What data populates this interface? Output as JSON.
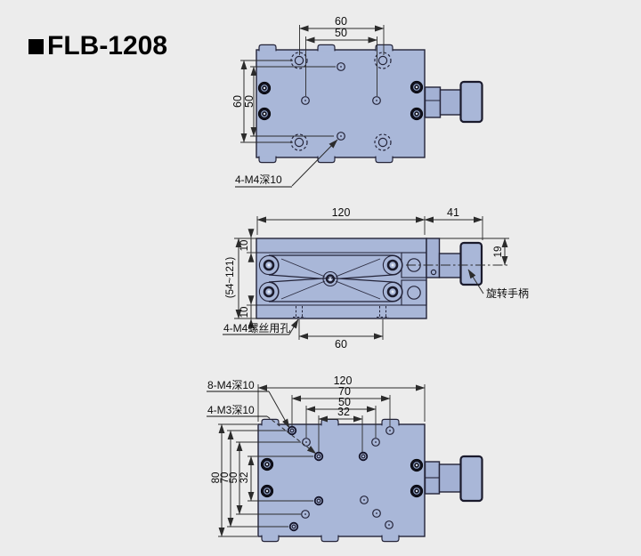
{
  "title": "FLB-1208",
  "colors": {
    "background": "#ececec",
    "body": "#a9b7d8",
    "outline": "#232338",
    "dim_line": "#2b2b2b"
  },
  "top_view": {
    "dim_top_outer": "60",
    "dim_top_inner": "50",
    "dim_left_outer": "60",
    "dim_left_inner": "50",
    "thread_label": "4-M4深10"
  },
  "side_view": {
    "dim_width": "120",
    "dim_handle_len": "41",
    "dim_knob": "19",
    "dim_top_plate": "10",
    "dim_height_range": "(54~121)",
    "dim_bottom_plate": "10",
    "dim_hole_span": "60",
    "screw_hole_label": "4-M4螺丝用孔",
    "handle_label": "旋转手柄"
  },
  "bottom_view": {
    "dims_top": [
      "120",
      "70",
      "50",
      "32"
    ],
    "dims_left": [
      "80",
      "70",
      "50",
      "32"
    ],
    "m4_label": "8-M4深10",
    "m3_label": "4-M3深10"
  }
}
